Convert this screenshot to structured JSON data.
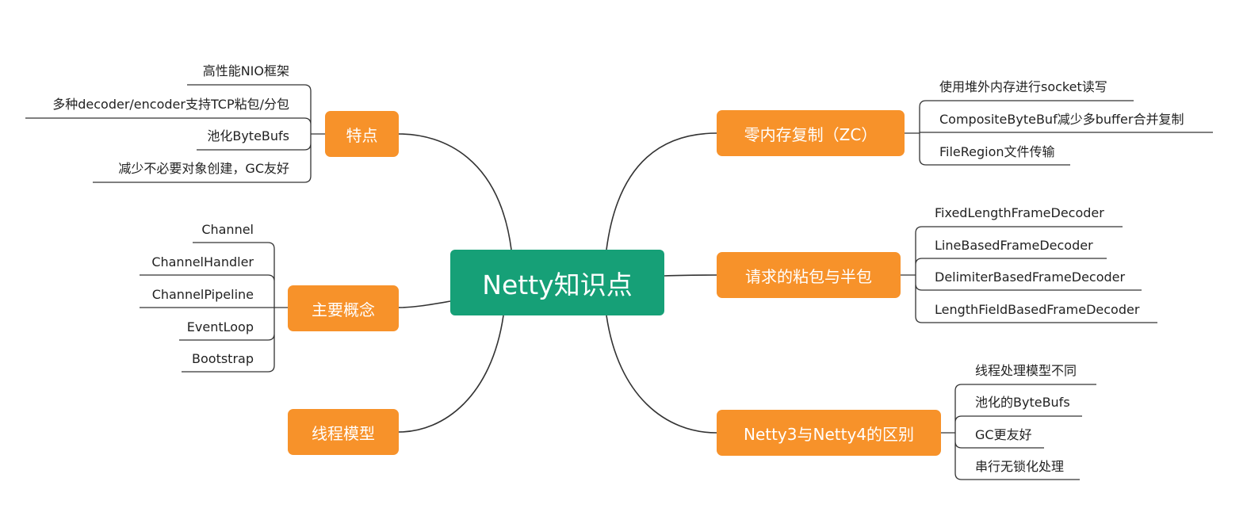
{
  "center": "Netty知识点",
  "left": [
    {
      "label": "特点",
      "items": [
        "高性能NIO框架",
        "多种decoder/encoder支持TCP粘包/分包",
        "池化ByteBufs",
        "减少不必要对象创建，GC友好"
      ]
    },
    {
      "label": "主要概念",
      "items": [
        "Channel",
        "ChannelHandler",
        "ChannelPipeline",
        "EventLoop",
        "Bootstrap"
      ]
    },
    {
      "label": "线程模型",
      "items": []
    }
  ],
  "right": [
    {
      "label": "零内存复制（ZC）",
      "items": [
        "使用堆外内存进行socket读写",
        "CompositeByteBuf减少多buffer合并复制",
        "FileRegion文件传输"
      ]
    },
    {
      "label": "请求的粘包与半包",
      "items": [
        "FixedLengthFrameDecoder",
        "LineBasedFrameDecoder",
        "DelimiterBasedFrameDecoder",
        "LengthFieldBasedFrameDecoder"
      ]
    },
    {
      "label": "Netty3与Netty4的区别",
      "items": [
        "线程处理模型不同",
        "池化的ByteBufs",
        "GC更友好",
        "串行无锁化处理"
      ]
    }
  ],
  "colors": {
    "center": "#16a077",
    "topic": "#f7922a",
    "line": "#333333"
  }
}
